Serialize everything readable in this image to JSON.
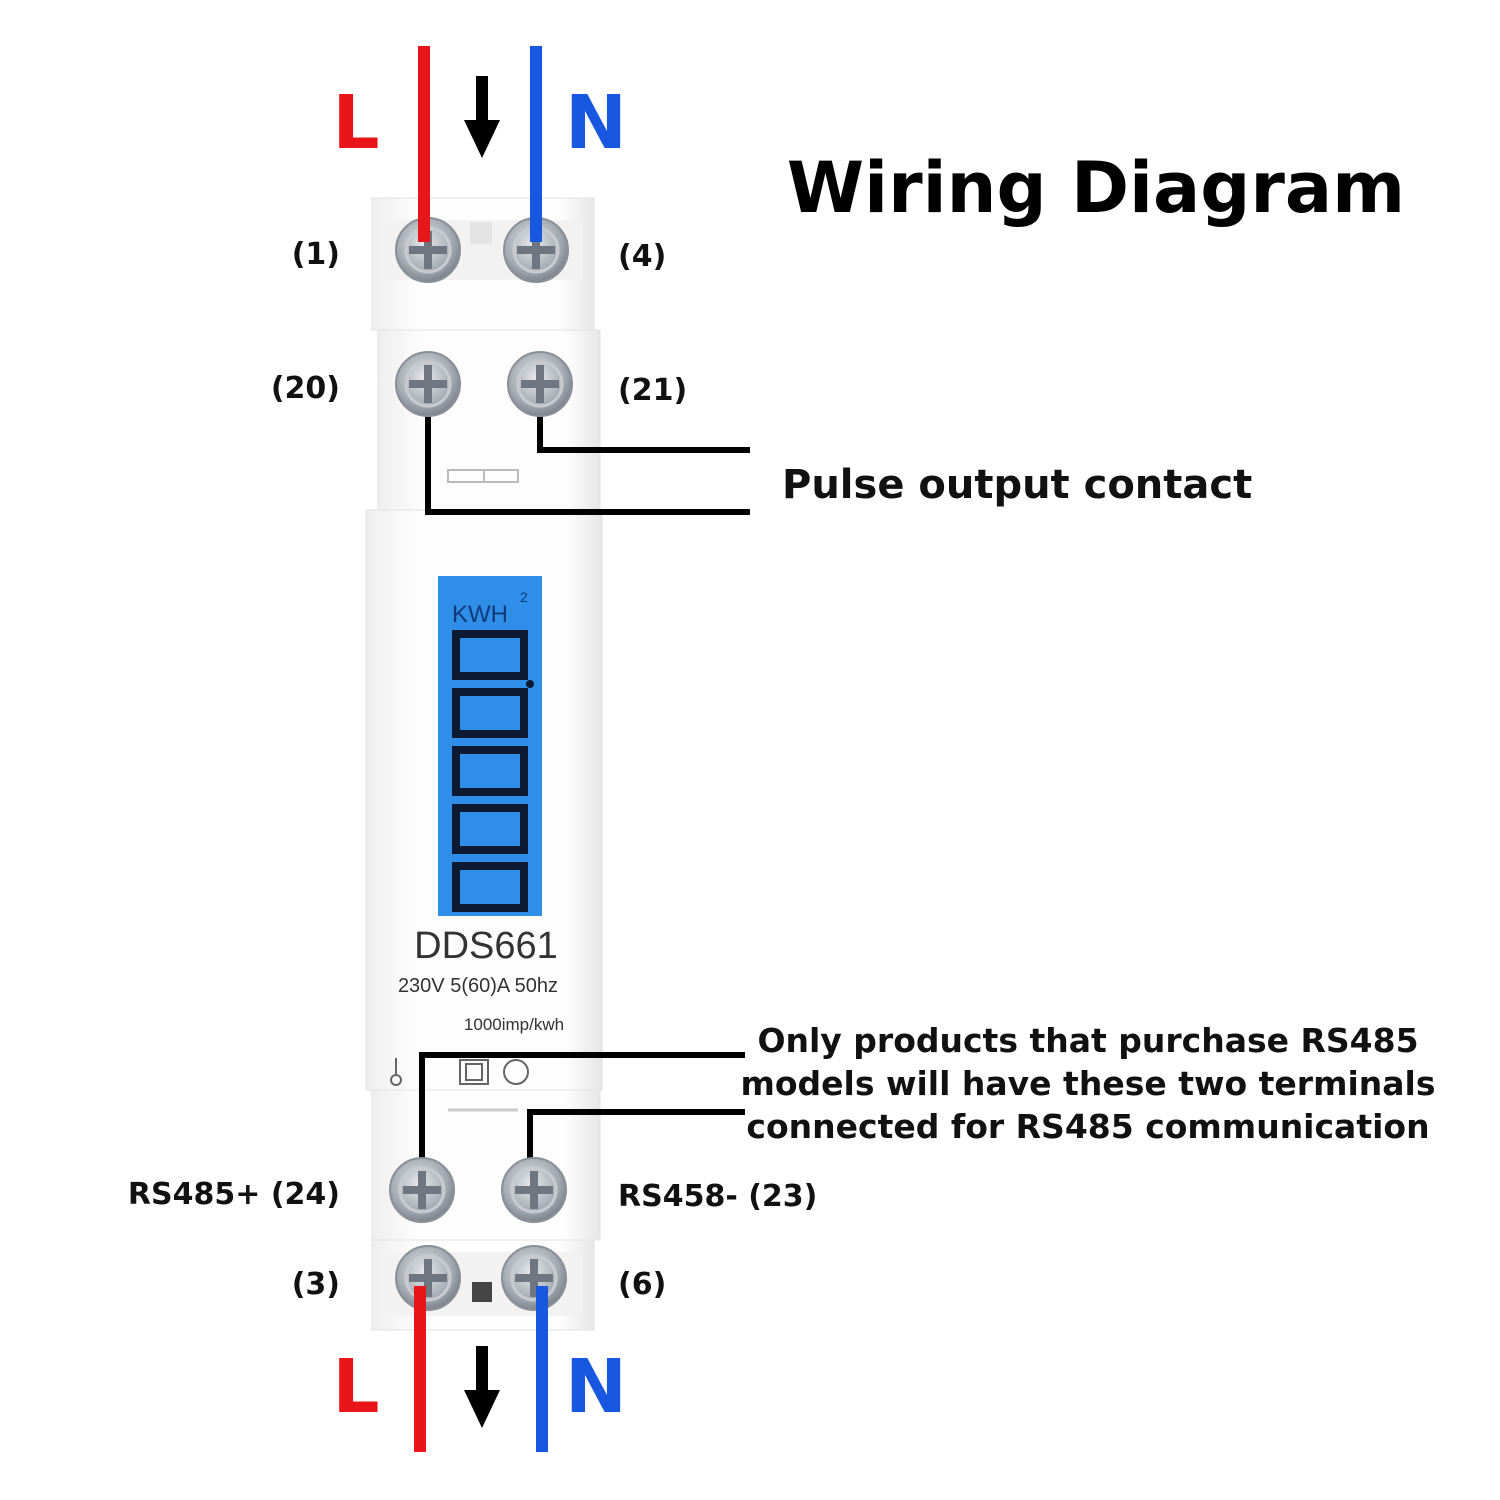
{
  "title": "Wiring Diagram",
  "colors": {
    "line": "#e8161b",
    "neutral": "#1857e0",
    "wire": "#000000",
    "lcd": "#2e8ee8",
    "body": "#fbfbfb"
  },
  "top_labels": {
    "line": "L",
    "neutral": "N"
  },
  "bottom_labels": {
    "line": "L",
    "neutral": "N"
  },
  "terminals": {
    "t1": "(1)",
    "t4": "(4)",
    "t20": "(20)",
    "t21": "(21)",
    "t24": "RS485+ (24)",
    "t23": "RS458- (23)",
    "t3": "(3)",
    "t6": "(6)"
  },
  "pulse_label": "Pulse output contact",
  "rs485_note": [
    "Only products that purchase RS485",
    "models will have these two terminals",
    "connected for RS485 communication"
  ],
  "meter": {
    "unit": "KWH",
    "superscript": "2",
    "model": "DDS661",
    "rating": "230V 5(60)A 50hz",
    "constant": "1000imp/kwh"
  },
  "icons": [
    "arrow-down-icon",
    "screw-terminal-icon",
    "thermometer-icon",
    "phase-icon"
  ]
}
